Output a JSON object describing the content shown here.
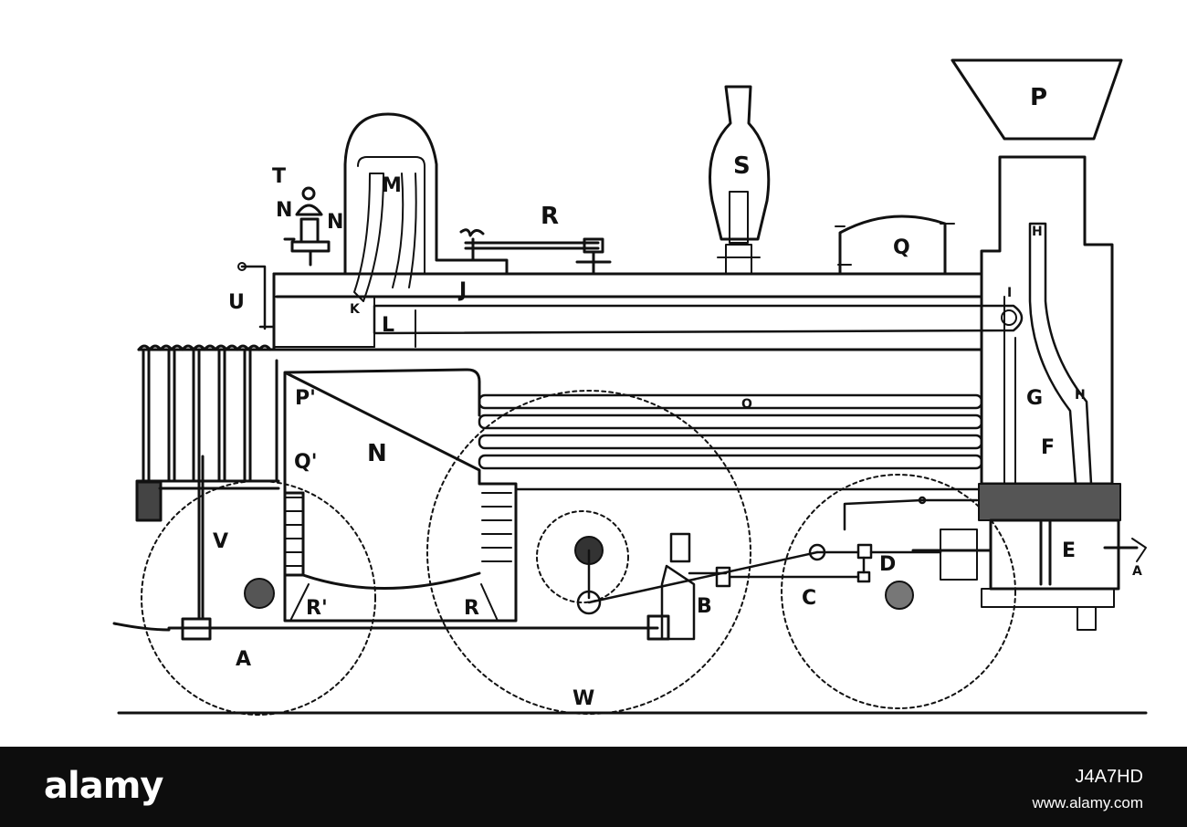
{
  "diagram": {
    "labels": {
      "P": "P",
      "T": "T",
      "N_lamp_left": "N",
      "N_lamp_right": "N",
      "M": "M",
      "S": "S",
      "R_top": "R",
      "Q_dome": "Q",
      "H_top": "H",
      "U": "U",
      "J": "J",
      "K": "K",
      "L": "L",
      "I": "I",
      "P_prime": "P'",
      "Q_prime": "Q'",
      "N_firebox": "N",
      "O": "O",
      "G": "G",
      "H_pipe": "H",
      "F": "F",
      "E": "E",
      "A_right": "A",
      "V": "V",
      "D": "D",
      "C": "C",
      "B": "B",
      "R_prime": "R'",
      "R_bottom": "R",
      "A_left": "A",
      "W": "W"
    }
  },
  "footer": {
    "brand": "alamy",
    "image_id": "J4A7HD",
    "site": "www.alamy.com"
  }
}
